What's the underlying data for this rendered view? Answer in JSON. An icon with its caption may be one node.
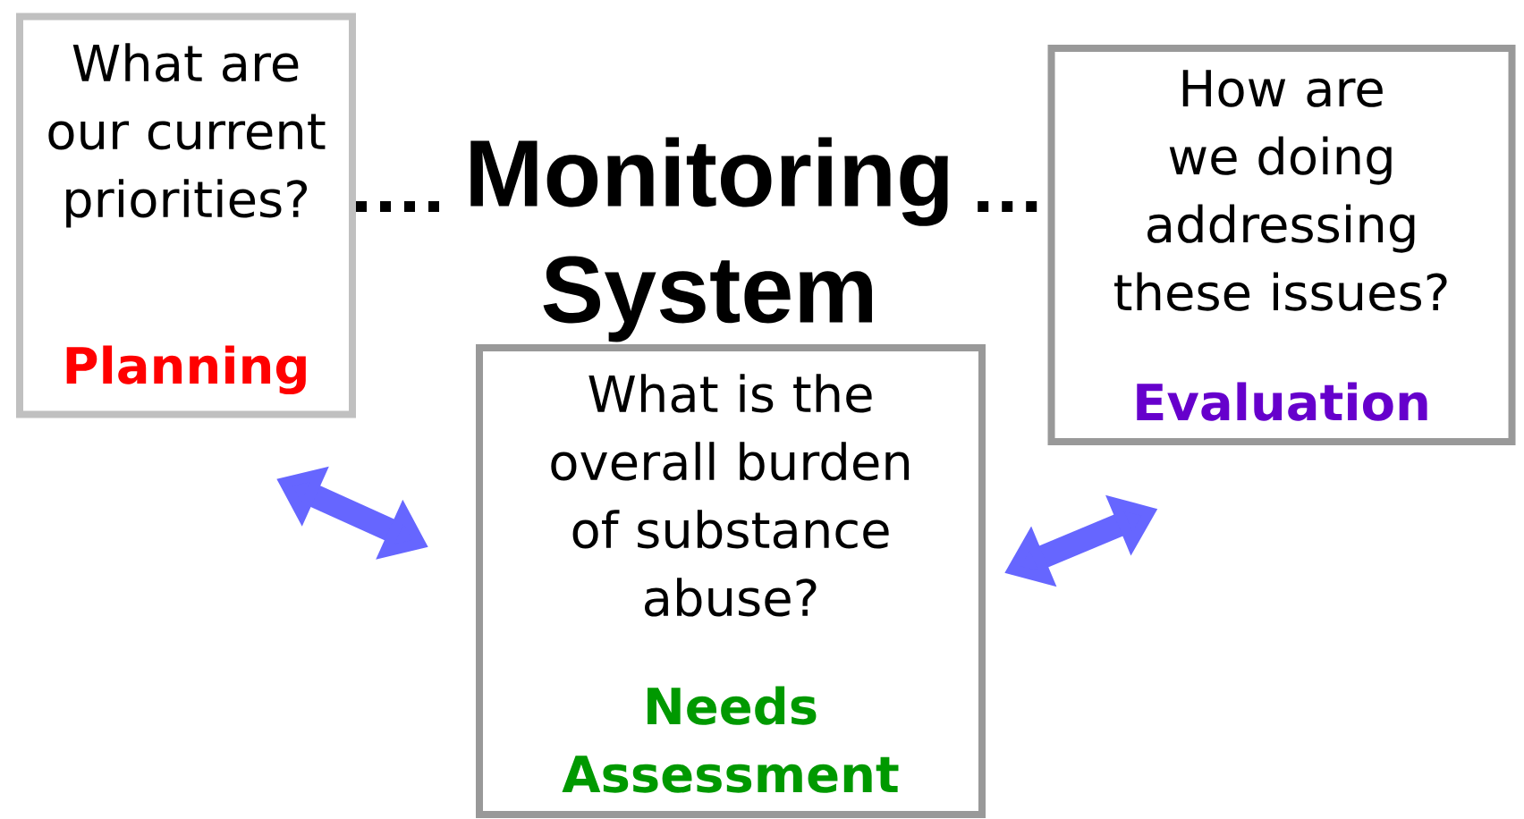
{
  "diagram": {
    "nodes": [
      {
        "text": [
          "What are our current priorities?",
          "Planning"
        ]
      },
      {
        "text": [
          "Monitoring System"
        ]
      },
      {
        "text": [
          "What is the overall burden of substance abuse?",
          "Needs Assessment"
        ]
      },
      {
        "text": [
          "How are we doing addressing these issues?",
          "Evaluation"
        ]
      }
    ],
    "edges": [
      {
        "from": 0,
        "to": 1,
        "arrow": "none",
        "style": "dashed"
      },
      {
        "from": 1,
        "to": 3,
        "arrow": "none",
        "style": "dashed"
      },
      {
        "from": 0,
        "to": 2,
        "arrow": "both",
        "style": "thick",
        "color": "#6666ff"
      },
      {
        "from": 2,
        "to": 3,
        "arrow": "both",
        "style": "thick",
        "color": "#6666ff"
      }
    ]
  }
}
